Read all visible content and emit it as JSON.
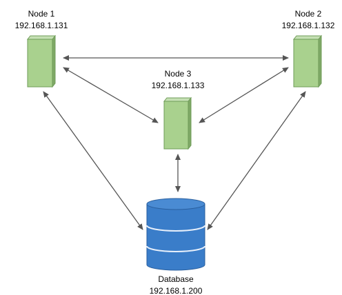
{
  "nodes": {
    "node1": {
      "name": "Node 1",
      "ip": "192.168.1.131"
    },
    "node2": {
      "name": "Node 2",
      "ip": "192.168.1.132"
    },
    "node3": {
      "name": "Node 3",
      "ip": "192.168.1.133"
    },
    "database": {
      "name": "Database",
      "ip": "192.168.1.200"
    }
  },
  "colors": {
    "server_front": "#a9d18e",
    "server_top": "#c5e0b4",
    "server_side": "#7fa966",
    "server_stroke": "#6f9c58",
    "db_fill": "#3a7dc9",
    "db_stroke": "#2a5f9e",
    "db_band": "#e8f0fb",
    "arrow": "#555555"
  },
  "connections": [
    {
      "from": "node1",
      "to": "node2",
      "direction": "both"
    },
    {
      "from": "node1",
      "to": "node3",
      "direction": "both"
    },
    {
      "from": "node2",
      "to": "node3",
      "direction": "both"
    },
    {
      "from": "node1",
      "to": "database",
      "direction": "both"
    },
    {
      "from": "node2",
      "to": "database",
      "direction": "both"
    },
    {
      "from": "node3",
      "to": "database",
      "direction": "both"
    }
  ]
}
